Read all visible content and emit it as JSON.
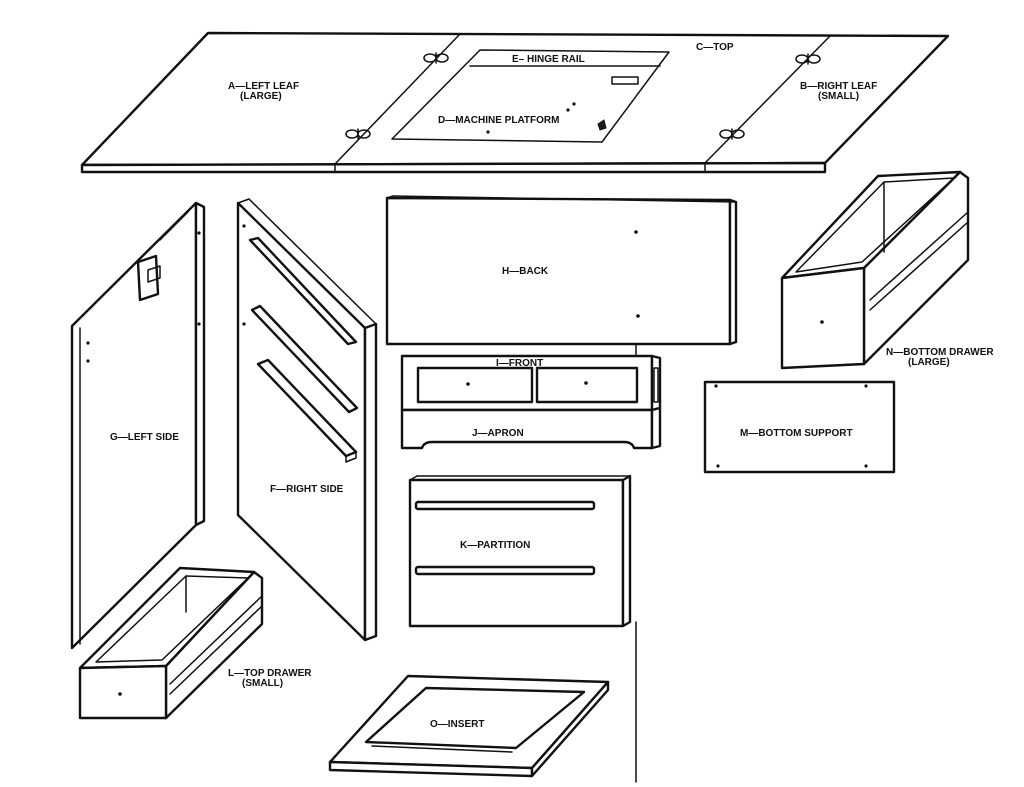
{
  "labels": {
    "top": "C—TOP",
    "hinge_rail": "E– HINGE RAIL",
    "left_leaf_1": "A—LEFT LEAF",
    "left_leaf_2": "(LARGE)",
    "right_leaf_1": "B—RIGHT LEAF",
    "right_leaf_2": "(SMALL)",
    "machine_platform": "D—MACHINE PLATFORM",
    "back": "H—BACK",
    "front": "I—FRONT",
    "apron": "J—APRON",
    "left_side": "G—LEFT SIDE",
    "right_side": "F—RIGHT SIDE",
    "partition": "K—PARTITION",
    "bottom_drawer_1": "N—BOTTOM DRAWER",
    "bottom_drawer_2": "(LARGE)",
    "bottom_support": "M—BOTTOM SUPPORT",
    "top_drawer_1": "L—TOP DRAWER",
    "top_drawer_2": "(SMALL)",
    "insert": "O—INSERT"
  }
}
